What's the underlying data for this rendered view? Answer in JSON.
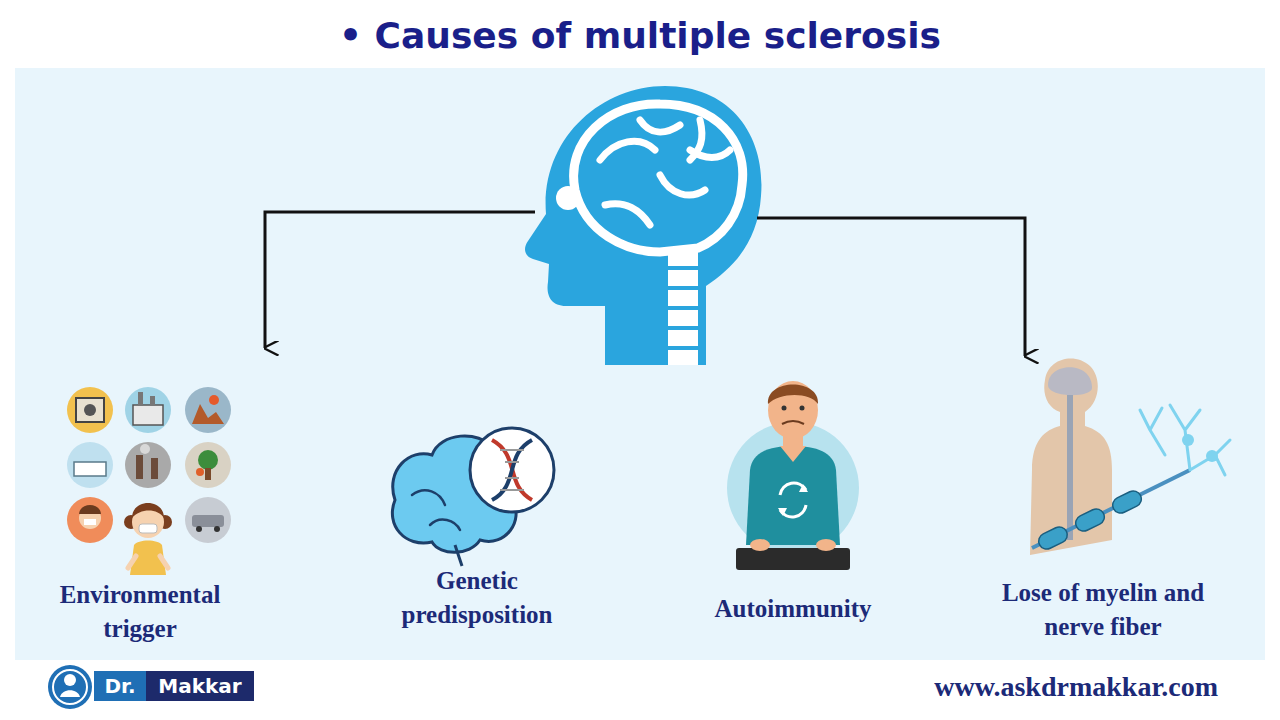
{
  "diagram": {
    "title": "• Causes of multiple sclerosis",
    "labels": [
      "Environmental trigger",
      "Genetic predisposition",
      "Autoimmunity",
      "Lose of myelin and nerve fiber",
      "Dr.",
      "Makkar",
      "www.askdrmakkar.com"
    ]
  }
}
